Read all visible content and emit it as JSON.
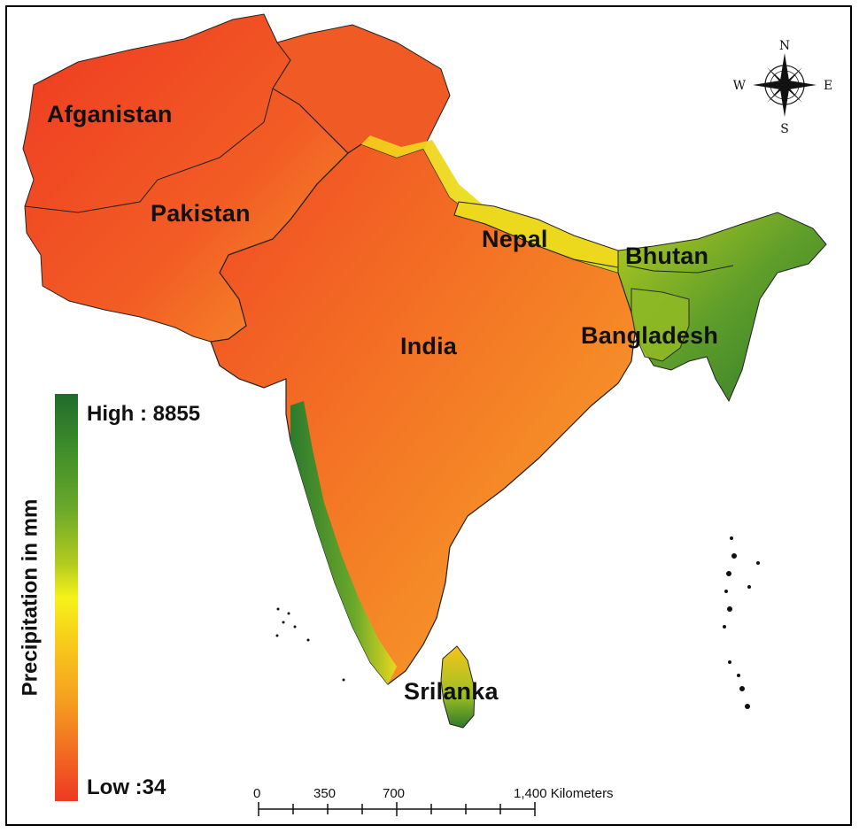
{
  "map": {
    "countries": [
      {
        "label": "Afganistan"
      },
      {
        "label": "Pakistan"
      },
      {
        "label": "Nepal"
      },
      {
        "label": "Bhutan"
      },
      {
        "label": "India"
      },
      {
        "label": "Bangladesh"
      },
      {
        "label": "Srilanka"
      }
    ],
    "compass": {
      "n": "N",
      "s": "S",
      "e": "E",
      "w": "W"
    }
  },
  "legend": {
    "title": "Precipitation in mm",
    "high_label": "High : 8855",
    "low_label": "Low :34",
    "high_color": "#1f6b2c",
    "mid_color": "#f5f21a",
    "low_color": "#ee3a22"
  },
  "scale_bar": {
    "ticks": [
      "0",
      "350",
      "700",
      "1,400 Kilometers"
    ]
  }
}
